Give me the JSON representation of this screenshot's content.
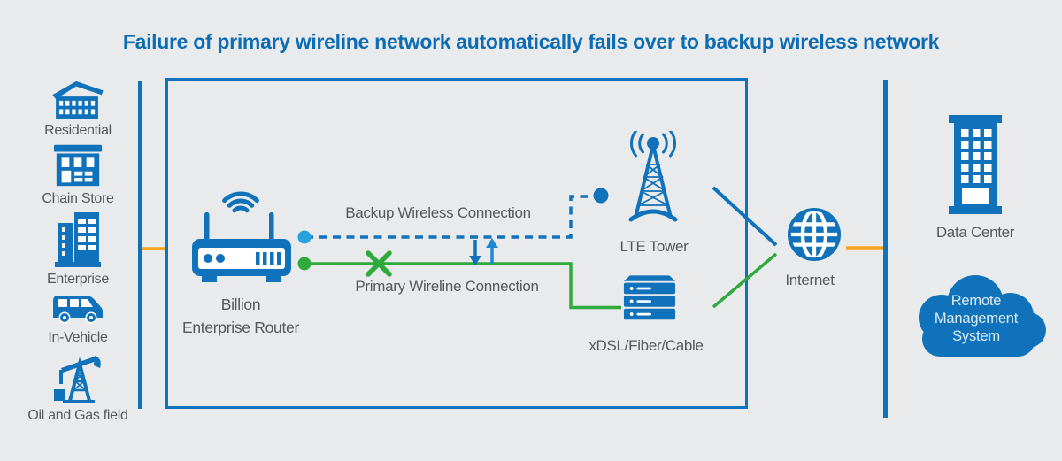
{
  "title": "Failure of primary wireline network automatically fails over to backup wireless network",
  "colors": {
    "brand": "#1072ba",
    "blue-bright": "#2089d2",
    "light-blue": "#27a2dc",
    "green": "#2faa3c",
    "orange": "#f6a31f",
    "label": "#57585b",
    "title": "#0d6cb2",
    "bg": "#e9eaec",
    "cloud-text": "#d9ecf8"
  },
  "left_rail": {
    "items": [
      {
        "label": "Residential",
        "icon": "residential-building-icon"
      },
      {
        "label": "Chain Store",
        "icon": "storefront-icon"
      },
      {
        "label": "Enterprise",
        "icon": "office-building-icon"
      },
      {
        "label": "In-Vehicle",
        "icon": "van-icon"
      },
      {
        "label": "Oil and Gas field",
        "icon": "oil-pump-icon"
      }
    ]
  },
  "diagram": {
    "router": {
      "line1": "Billion",
      "line2": "Enterprise Router"
    },
    "backup_label": "Backup Wireless Connection",
    "primary_label": "Primary Wireline Connection",
    "lte_label": "LTE Tower",
    "xdsl_label": "xDSL/Fiber/Cable",
    "internet_label": "Internet",
    "data_center_label": "Data Center",
    "cloud": {
      "lines": [
        "Remote",
        "Management",
        "System"
      ]
    }
  }
}
